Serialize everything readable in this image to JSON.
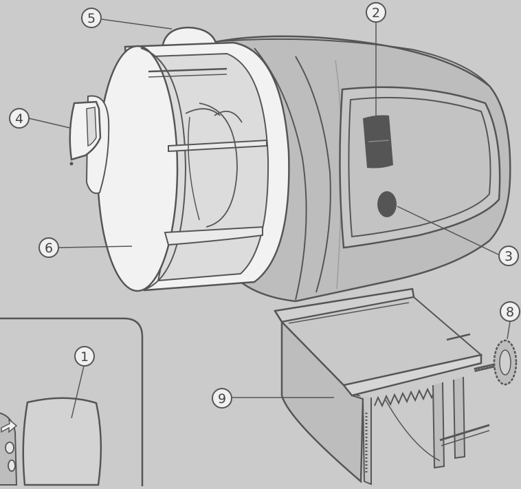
{
  "figure": {
    "colors": {
      "background": "#cbcbcb",
      "outline": "#555555",
      "body": "#bdbdbd",
      "body_light": "#c9c9c9",
      "drum": "#f2f2f2",
      "drum_shade": "#dcdcdc",
      "dark_part": "#555555",
      "callout_fill": "#f0f0f0"
    },
    "callouts": [
      {
        "id": "callout-1",
        "label": "1"
      },
      {
        "id": "callout-2",
        "label": "2"
      },
      {
        "id": "callout-3",
        "label": "3"
      },
      {
        "id": "callout-4",
        "label": "4"
      },
      {
        "id": "callout-5",
        "label": "5"
      },
      {
        "id": "callout-6",
        "label": "6"
      },
      {
        "id": "callout-8",
        "label": "8"
      },
      {
        "id": "callout-9",
        "label": "9"
      }
    ]
  }
}
